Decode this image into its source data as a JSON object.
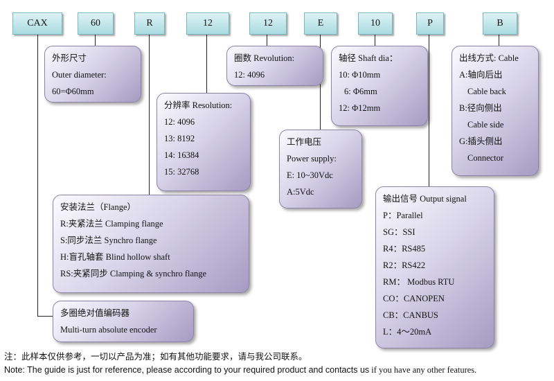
{
  "codes": [
    "CAX",
    "60",
    "R",
    "12",
    "12",
    "E",
    "10",
    "P",
    "B"
  ],
  "outer_diameter": {
    "lines": [
      "外形尺寸",
      "Outer diameter:",
      "60=Φ60mm"
    ]
  },
  "revolution": {
    "lines": [
      "圈数 Revolution:",
      "12:  4096"
    ]
  },
  "shaft": {
    "lines": [
      "轴径 Shaft dia：",
      "10:   Φ10mm",
      "6:   Φ6mm",
      "12:   Φ12mm"
    ]
  },
  "cable": {
    "lines": [
      "出线方式: Cable",
      "A:轴向后出",
      "Cable back",
      "B:径向侧出",
      "Cable side",
      "G:插头侧出",
      "Connector"
    ]
  },
  "resolution": {
    "lines": [
      "分辨率 Resolution:",
      "12:   4096",
      "13:   8192",
      "14:   16384",
      "15:   32768"
    ]
  },
  "power": {
    "lines": [
      "工作电压",
      "Power supply:",
      "E: 10~30Vdc",
      "A:5Vdc"
    ]
  },
  "flange": {
    "lines": [
      "安装法兰（Flange）",
      "R:夹紧法兰 Clamping flange",
      "S:同步法兰 Synchro flange",
      "H:盲孔轴套 Blind hollow shaft",
      "RS:夹紧同步 Clamping & synchro flange"
    ]
  },
  "output": {
    "lines": [
      "输出信号 Output signal",
      "P：Parallel",
      "SG：SSI",
      "R4：RS485",
      "R2：RS422",
      "RM：    Modbus RTU",
      "CO：CANOPEN",
      "CB：CANBUS",
      "L：4～20mA"
    ]
  },
  "encoder": {
    "lines": [
      "多圈绝对值编码器",
      "Multi-turn absolute encoder"
    ]
  },
  "notes": {
    "cn": "注：此样本仅供参考，一切以产品为准；如有其他功能要求，请与我公司联系。",
    "en_sans": "Note: The guide is just for reference, please according to your required product and contacts us",
    "en_serif": " if you have any other features."
  }
}
